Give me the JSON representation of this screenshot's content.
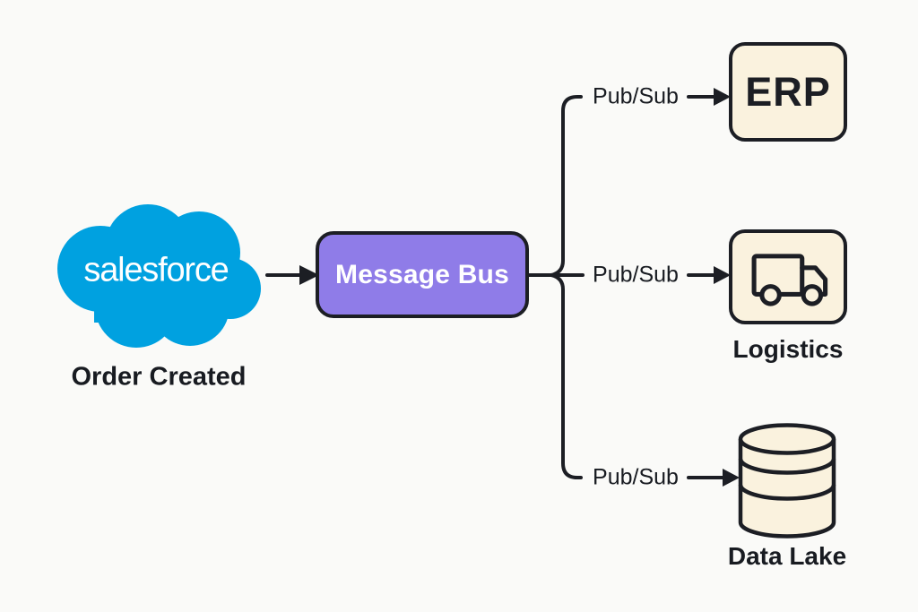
{
  "diagram": {
    "title_hint": "Salesforce order event fan-out through a message bus",
    "source": {
      "icon": "salesforce-cloud-icon",
      "label": "salesforce",
      "event_label": "Order Created"
    },
    "bus": {
      "label": "Message Bus"
    },
    "branches": [
      {
        "label": "Pub/Sub",
        "target": "ERP",
        "target_icon": "none"
      },
      {
        "label": "Pub/Sub",
        "target": "Logistics",
        "target_icon": "truck-icon"
      },
      {
        "label": "Pub/Sub",
        "target": "Data Lake",
        "target_icon": "database-cylinder-icon"
      }
    ],
    "colors": {
      "background": "#FAFAF8",
      "stroke": "#1C1E24",
      "node_fill": "#FAF2DE",
      "bus_fill": "#8F7CE8",
      "salesforce_blue": "#00A1E0",
      "bus_text": "#FFFFFF"
    }
  }
}
